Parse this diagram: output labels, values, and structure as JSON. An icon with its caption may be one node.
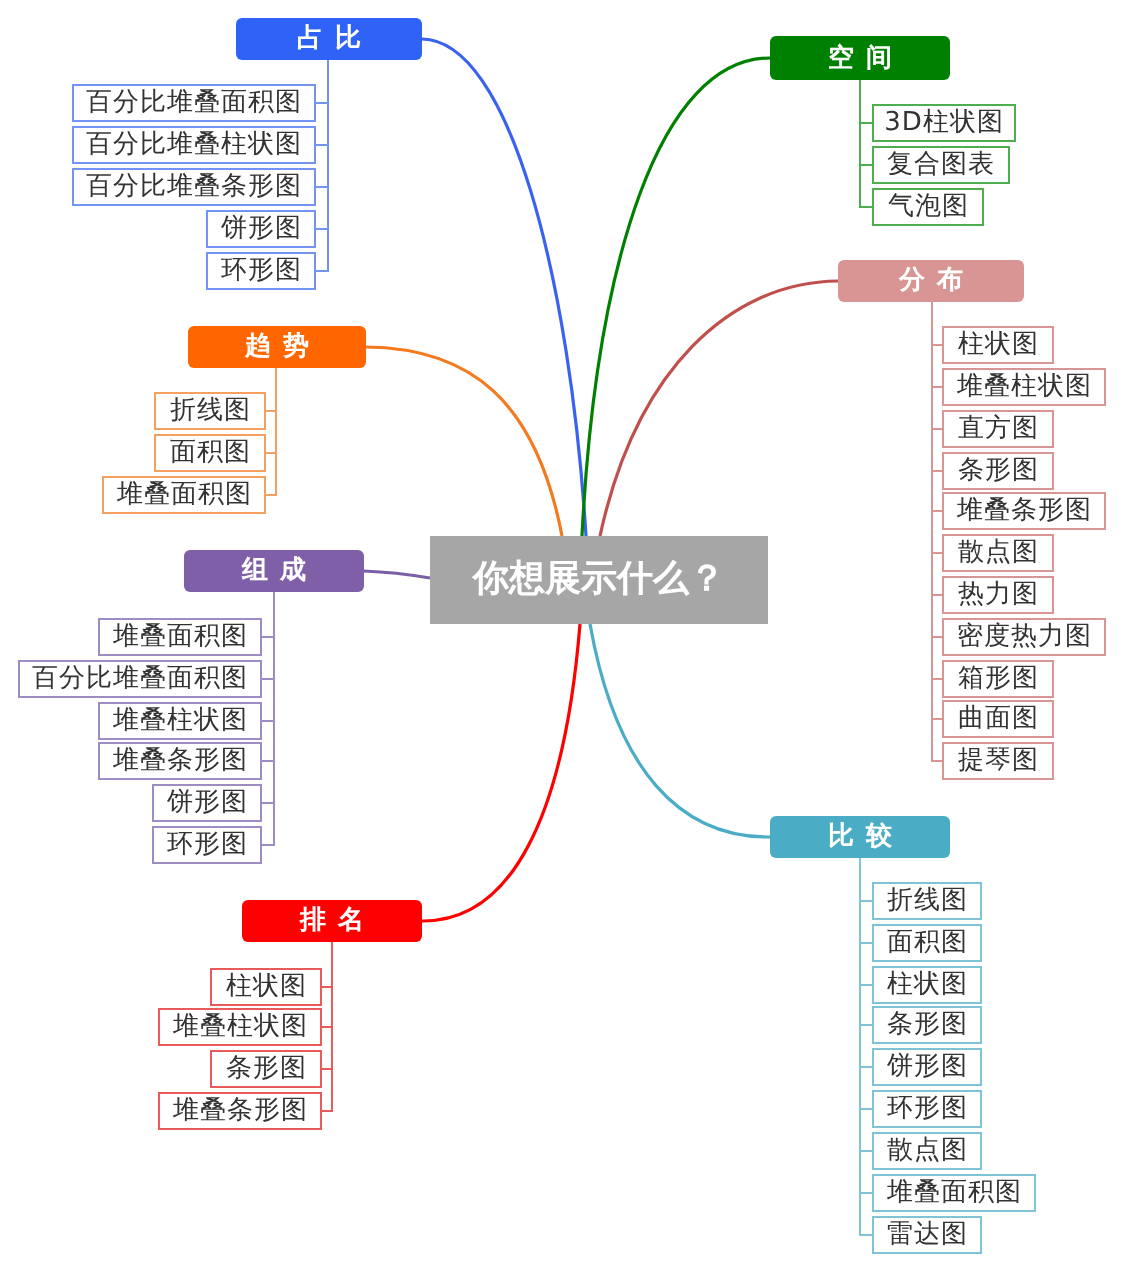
{
  "diagram": {
    "nodes": [
      {
        "text": [
          "你想展示什么？"
        ]
      },
      {
        "text": [
          "占比"
        ]
      },
      {
        "text": [
          "百分比堆叠面积图"
        ]
      },
      {
        "text": [
          "百分比堆叠柱状图"
        ]
      },
      {
        "text": [
          "百分比堆叠条形图"
        ]
      },
      {
        "text": [
          "饼形图"
        ]
      },
      {
        "text": [
          "环形图"
        ]
      },
      {
        "text": [
          "趋势"
        ]
      },
      {
        "text": [
          "折线图"
        ]
      },
      {
        "text": [
          "面积图"
        ]
      },
      {
        "text": [
          "堆叠面积图"
        ]
      },
      {
        "text": [
          "组成"
        ]
      },
      {
        "text": [
          "堆叠面积图"
        ]
      },
      {
        "text": [
          "百分比堆叠面积图"
        ]
      },
      {
        "text": [
          "堆叠柱状图"
        ]
      },
      {
        "text": [
          "堆叠条形图"
        ]
      },
      {
        "text": [
          "饼形图"
        ]
      },
      {
        "text": [
          "环形图"
        ]
      },
      {
        "text": [
          "排名"
        ]
      },
      {
        "text": [
          "柱状图"
        ]
      },
      {
        "text": [
          "堆叠柱状图"
        ]
      },
      {
        "text": [
          "条形图"
        ]
      },
      {
        "text": [
          "堆叠条形图"
        ]
      },
      {
        "text": [
          "空间"
        ]
      },
      {
        "text": [
          "3D柱状图"
        ]
      },
      {
        "text": [
          "复合图表"
        ]
      },
      {
        "text": [
          "气泡图"
        ]
      },
      {
        "text": [
          "分布"
        ]
      },
      {
        "text": [
          "柱状图"
        ]
      },
      {
        "text": [
          "堆叠柱状图"
        ]
      },
      {
        "text": [
          "直方图"
        ]
      },
      {
        "text": [
          "条形图"
        ]
      },
      {
        "text": [
          "堆叠条形图"
        ]
      },
      {
        "text": [
          "散点图"
        ]
      },
      {
        "text": [
          "热力图"
        ]
      },
      {
        "text": [
          "密度热力图"
        ]
      },
      {
        "text": [
          "箱形图"
        ]
      },
      {
        "text": [
          "曲面图"
        ]
      },
      {
        "text": [
          "提琴图"
        ]
      },
      {
        "text": [
          "比较"
        ]
      },
      {
        "text": [
          "折线图"
        ]
      },
      {
        "text": [
          "面积图"
        ]
      },
      {
        "text": [
          "柱状图"
        ]
      },
      {
        "text": [
          "条形图"
        ]
      },
      {
        "text": [
          "饼形图"
        ]
      },
      {
        "text": [
          "环形图"
        ]
      },
      {
        "text": [
          "散点图"
        ]
      },
      {
        "text": [
          "堆叠面积图"
        ]
      },
      {
        "text": [
          "雷达图"
        ]
      }
    ],
    "edges": [
      {
        "from": 0,
        "to": 1,
        "arrow": "none",
        "color": "#3a62f0"
      },
      {
        "from": 0,
        "to": 7,
        "arrow": "none",
        "color": "#f47a1f"
      },
      {
        "from": 0,
        "to": 11,
        "arrow": "none",
        "color": "#7c5ea6"
      },
      {
        "from": 0,
        "to": 18,
        "arrow": "none",
        "color": "#ff0000"
      },
      {
        "from": 0,
        "to": 23,
        "arrow": "none",
        "color": "#008000"
      },
      {
        "from": 0,
        "to": 27,
        "arrow": "none",
        "color": "#c0504d"
      },
      {
        "from": 0,
        "to": 39,
        "arrow": "none",
        "color": "#4bacc6"
      },
      {
        "from": 1,
        "to": 2,
        "arrow": "none",
        "color": "#7393f5"
      },
      {
        "from": 1,
        "to": 3,
        "arrow": "none",
        "color": "#7393f5"
      },
      {
        "from": 1,
        "to": 4,
        "arrow": "none",
        "color": "#7393f5"
      },
      {
        "from": 1,
        "to": 5,
        "arrow": "none",
        "color": "#7393f5"
      },
      {
        "from": 1,
        "to": 6,
        "arrow": "none",
        "color": "#7393f5"
      },
      {
        "from": 7,
        "to": 8,
        "arrow": "none",
        "color": "#f5a05f"
      },
      {
        "from": 7,
        "to": 9,
        "arrow": "none",
        "color": "#f5a05f"
      },
      {
        "from": 7,
        "to": 10,
        "arrow": "none",
        "color": "#f5a05f"
      },
      {
        "from": 11,
        "to": 12,
        "arrow": "none",
        "color": "#9e8cc4"
      },
      {
        "from": 11,
        "to": 13,
        "arrow": "none",
        "color": "#9e8cc4"
      },
      {
        "from": 11,
        "to": 14,
        "arrow": "none",
        "color": "#9e8cc4"
      },
      {
        "from": 11,
        "to": 15,
        "arrow": "none",
        "color": "#9e8cc4"
      },
      {
        "from": 11,
        "to": 16,
        "arrow": "none",
        "color": "#9e8cc4"
      },
      {
        "from": 11,
        "to": 17,
        "arrow": "none",
        "color": "#9e8cc4"
      },
      {
        "from": 18,
        "to": 19,
        "arrow": "none",
        "color": "#e95a5a"
      },
      {
        "from": 18,
        "to": 20,
        "arrow": "none",
        "color": "#e95a5a"
      },
      {
        "from": 18,
        "to": 21,
        "arrow": "none",
        "color": "#e95a5a"
      },
      {
        "from": 18,
        "to": 22,
        "arrow": "none",
        "color": "#e95a5a"
      },
      {
        "from": 23,
        "to": 24,
        "arrow": "none",
        "color": "#4cae4c"
      },
      {
        "from": 23,
        "to": 25,
        "arrow": "none",
        "color": "#4cae4c"
      },
      {
        "from": 23,
        "to": 26,
        "arrow": "none",
        "color": "#4cae4c"
      },
      {
        "from": 27,
        "to": 28,
        "arrow": "none",
        "color": "#d99594"
      },
      {
        "from": 27,
        "to": 29,
        "arrow": "none",
        "color": "#d99594"
      },
      {
        "from": 27,
        "to": 30,
        "arrow": "none",
        "color": "#d99594"
      },
      {
        "from": 27,
        "to": 31,
        "arrow": "none",
        "color": "#d99594"
      },
      {
        "from": 27,
        "to": 32,
        "arrow": "none",
        "color": "#d99594"
      },
      {
        "from": 27,
        "to": 33,
        "arrow": "none",
        "color": "#d99594"
      },
      {
        "from": 27,
        "to": 34,
        "arrow": "none",
        "color": "#d99594"
      },
      {
        "from": 27,
        "to": 35,
        "arrow": "none",
        "color": "#d99594"
      },
      {
        "from": 27,
        "to": 36,
        "arrow": "none",
        "color": "#d99594"
      },
      {
        "from": 27,
        "to": 37,
        "arrow": "none",
        "color": "#d99594"
      },
      {
        "from": 27,
        "to": 38,
        "arrow": "none",
        "color": "#d99594"
      },
      {
        "from": 39,
        "to": 40,
        "arrow": "none",
        "color": "#7fc4d6"
      },
      {
        "from": 39,
        "to": 41,
        "arrow": "none",
        "color": "#7fc4d6"
      },
      {
        "from": 39,
        "to": 42,
        "arrow": "none",
        "color": "#7fc4d6"
      },
      {
        "from": 39,
        "to": 43,
        "arrow": "none",
        "color": "#7fc4d6"
      },
      {
        "from": 39,
        "to": 44,
        "arrow": "none",
        "color": "#7fc4d6"
      },
      {
        "from": 39,
        "to": 45,
        "arrow": "none",
        "color": "#7fc4d6"
      },
      {
        "from": 39,
        "to": 46,
        "arrow": "none",
        "color": "#7fc4d6"
      },
      {
        "from": 39,
        "to": 47,
        "arrow": "none",
        "color": "#7fc4d6"
      },
      {
        "from": 39,
        "to": 48,
        "arrow": "none",
        "color": "#7fc4d6"
      }
    ]
  }
}
